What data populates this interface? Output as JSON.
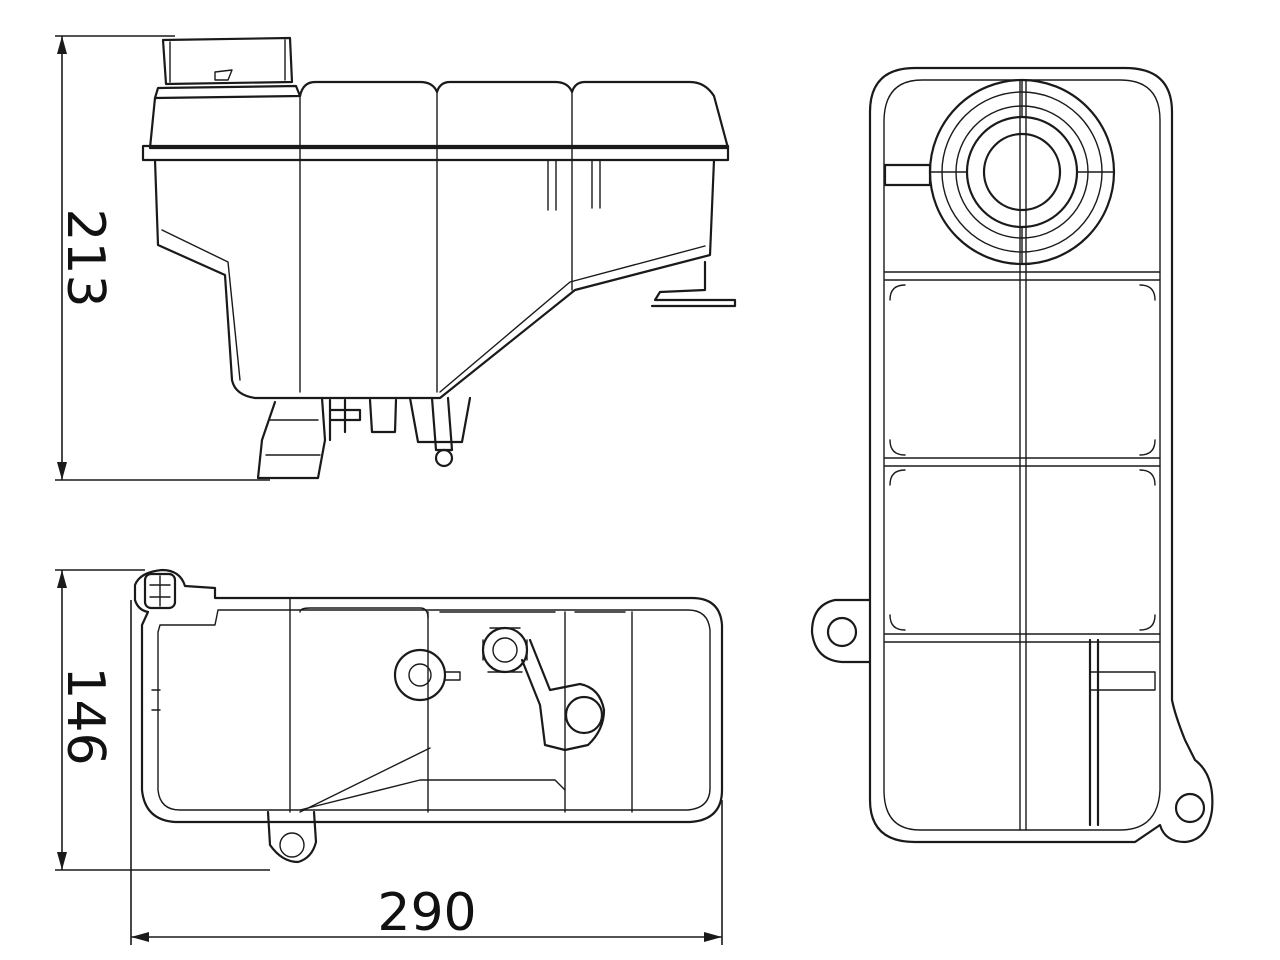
{
  "dimensions": {
    "height": "213",
    "depth": "146",
    "length": "290"
  },
  "colors": {
    "line": "#1a1a1a",
    "background": "#ffffff"
  }
}
